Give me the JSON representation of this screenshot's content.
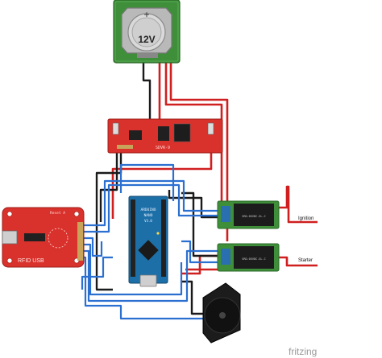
{
  "battery": {
    "label": "12V",
    "terminal_symbol": "+"
  },
  "regulator": {
    "silk": "SDVR-9"
  },
  "arduino": {
    "silk_top": "ARDUINO",
    "silk_name": "NANO",
    "silk_ver": "V3.0"
  },
  "rfid": {
    "board_label": "RFID USB",
    "silk_top": "Reset A"
  },
  "relays": [
    {
      "label": "Ignition",
      "silk": "SRD-05VDC-SL-C"
    },
    {
      "label": "Starter",
      "silk": "SRD-05VDC-SL-C"
    }
  ],
  "buzzer": {},
  "watermark": {
    "text": "fritzing"
  },
  "colors": {
    "wire_red": "#d01f1f",
    "wire_black": "#1a1a1a",
    "wire_blue": "#2b6fd0",
    "pcb_red": "#d9312b",
    "pcb_green": "#3f8f3a",
    "arduino_blue": "#1d6fa8"
  }
}
